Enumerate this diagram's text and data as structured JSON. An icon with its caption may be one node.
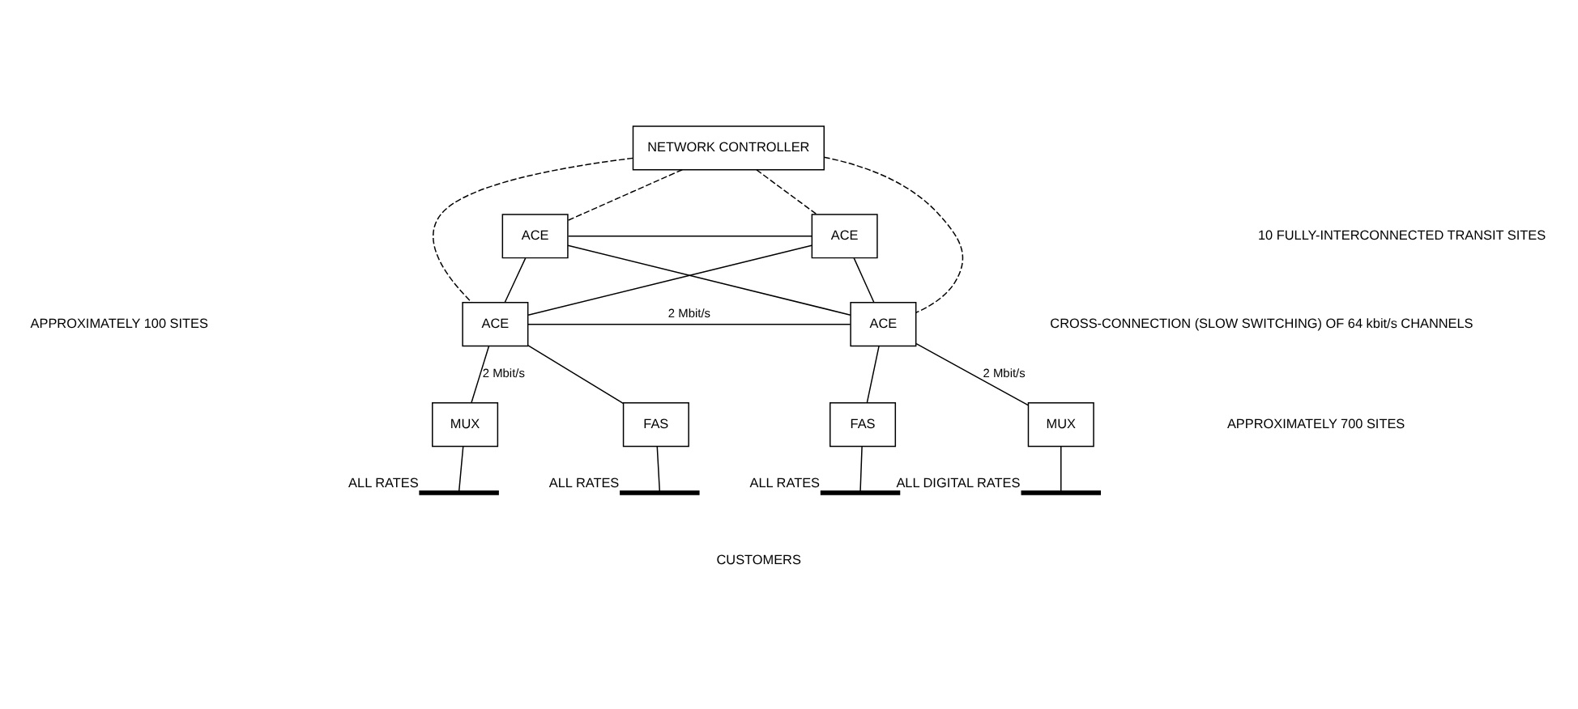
{
  "diagram": {
    "nodes": [
      {
        "text": [
          "NETWORK CONTROLLER"
        ]
      },
      {
        "text": [
          "ACE"
        ]
      },
      {
        "text": [
          "ACE"
        ]
      },
      {
        "text": [
          "ACE"
        ]
      },
      {
        "text": [
          "ACE"
        ]
      },
      {
        "text": [
          "MUX"
        ]
      },
      {
        "text": [
          "FAS"
        ]
      },
      {
        "text": [
          "FAS"
        ]
      },
      {
        "text": [
          "MUX"
        ]
      },
      {
        "text": [],
        "shape": "bar",
        "beside": [
          "ALL RATES"
        ]
      },
      {
        "text": [],
        "shape": "bar",
        "beside": [
          "ALL RATES"
        ]
      },
      {
        "text": [],
        "shape": "bar",
        "beside": [
          "ALL RATES"
        ]
      },
      {
        "text": [],
        "shape": "bar",
        "beside": [
          "ALL DIGITAL RATES"
        ]
      }
    ],
    "edges": [
      {
        "from": 0,
        "to": 1,
        "arrow": "none",
        "style": "dashed"
      },
      {
        "from": 0,
        "to": 3,
        "arrow": "none",
        "style": "dashed"
      },
      {
        "from": 0,
        "to": 2,
        "arrow": "none",
        "style": "dashed"
      },
      {
        "from": 0,
        "to": 4,
        "arrow": "none",
        "style": "dashed"
      },
      {
        "from": 1,
        "to": 2,
        "arrow": "none"
      },
      {
        "from": 1,
        "to": 3,
        "arrow": "none"
      },
      {
        "from": 2,
        "to": 4,
        "arrow": "none"
      },
      {
        "from": 1,
        "to": 4,
        "arrow": "none"
      },
      {
        "from": 2,
        "to": 3,
        "arrow": "none"
      },
      {
        "from": 3,
        "to": 4,
        "arrow": "none",
        "label": "2 Mbit/s"
      },
      {
        "from": 3,
        "to": 5,
        "arrow": "none",
        "label": "2 Mbit/s"
      },
      {
        "from": 3,
        "to": 6,
        "arrow": "none"
      },
      {
        "from": 4,
        "to": 7,
        "arrow": "none"
      },
      {
        "from": 4,
        "to": 8,
        "arrow": "none",
        "label": "2 Mbit/s"
      },
      {
        "from": 5,
        "to": 9,
        "arrow": "none"
      },
      {
        "from": 6,
        "to": 10,
        "arrow": "none"
      },
      {
        "from": 7,
        "to": 11,
        "arrow": "none"
      },
      {
        "from": 8,
        "to": 12,
        "arrow": "none"
      }
    ],
    "labels": [
      "10 FULLY-INTERCONNECTED TRANSIT SITES",
      "APPROXIMATELY 100 SITES",
      "CROSS-CONNECTION (SLOW SWITCHING) OF 64 kbit/s CHANNELS",
      "APPROXIMATELY 700 SITES",
      "CUSTOMERS"
    ]
  }
}
